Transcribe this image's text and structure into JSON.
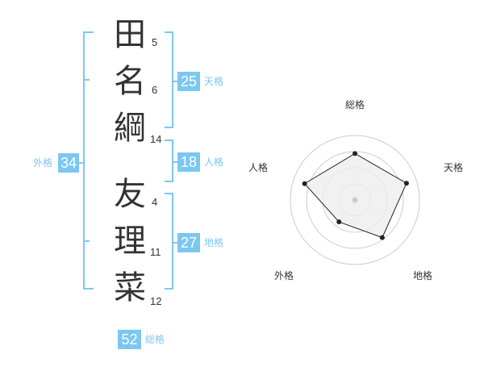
{
  "name": {
    "chars": [
      {
        "char": "田",
        "strokes": "5"
      },
      {
        "char": "名",
        "strokes": "6"
      },
      {
        "char": "綱",
        "strokes": "14"
      },
      {
        "char": "友",
        "strokes": "4"
      },
      {
        "char": "理",
        "strokes": "11"
      },
      {
        "char": "菜",
        "strokes": "12"
      }
    ]
  },
  "kakusu": {
    "tenkaku": {
      "value": "25",
      "label": "天格"
    },
    "jinkaku": {
      "value": "18",
      "label": "人格"
    },
    "chikaku": {
      "value": "27",
      "label": "地格"
    },
    "gaikaku": {
      "value": "34",
      "label": "外格"
    },
    "soukaku": {
      "value": "52",
      "label": "総格"
    }
  },
  "colors": {
    "accent": "#7cc7f2",
    "text": "#333333",
    "ring": "#cccccc",
    "fill": "#eeeeee"
  },
  "chart_data": {
    "type": "radar",
    "axes": [
      "総格",
      "天格",
      "地格",
      "外格",
      "人格"
    ],
    "values": [
      0.72,
      0.84,
      0.72,
      0.42,
      0.82
    ],
    "rings": 4
  }
}
